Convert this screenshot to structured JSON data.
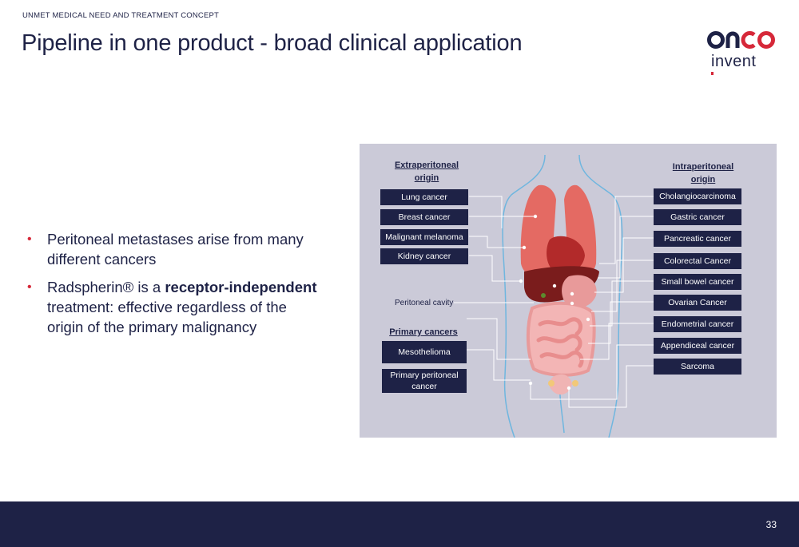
{
  "header": {
    "section_label": "UNMET MEDICAL NEED AND TREATMENT CONCEPT",
    "title": "Pipeline in one product - broad clinical application"
  },
  "logo": {
    "top": "onco",
    "bottom": "invent",
    "colors": {
      "brand_red": "#d62839",
      "brand_navy": "#1e2246"
    }
  },
  "bullets": [
    {
      "text": "Peritoneal metastases arise from many different cancers"
    },
    {
      "prefix": "Radspherin® is a ",
      "bold": "receptor-independent",
      "suffix": " treatment: effective regardless of the origin of the primary malignancy"
    }
  ],
  "diagram": {
    "extraperitoneal_heading": [
      "Extraperitoneal",
      "origin"
    ],
    "intraperitoneal_heading": [
      "Intraperitoneal",
      "origin"
    ],
    "extraperitoneal": [
      "Lung cancer",
      "Breast cancer",
      "Malignant melanoma",
      "Kidney cancer"
    ],
    "peritoneal_cavity": "Peritoneal cavity",
    "primary_heading": "Primary cancers",
    "primary": [
      "Mesothelioma",
      "Primary peritoneal cancer"
    ],
    "intraperitoneal": [
      "Cholangiocarcinoma",
      "Gastric cancer",
      "Pancreatic cancer",
      "Colorectal Cancer",
      "Small bowel cancer",
      "Ovarian Cancer",
      "Endometrial cancer",
      "Appendiceal cancer",
      "Sarcoma"
    ]
  },
  "footer": {
    "page_number": "33"
  }
}
